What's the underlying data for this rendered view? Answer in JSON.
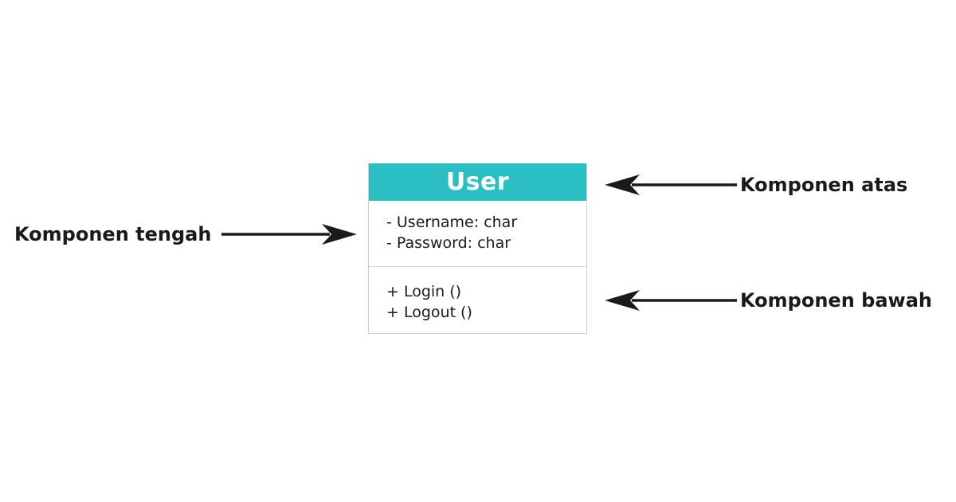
{
  "diagram": {
    "type": "uml-class-diagram",
    "background_color": "#ffffff",
    "class_box": {
      "name": "User",
      "header_color": "#2bbfc4",
      "header_text_color": "#ffffff",
      "border_color": "#cfcfcf",
      "attributes": [
        "- Username: char",
        "- Password: char"
      ],
      "operations": [
        "+ Login ()",
        "+ Logout ()"
      ]
    },
    "annotations": [
      {
        "id": "atas",
        "label": "Komponen atas",
        "arrow_direction": "left",
        "points_to": "header",
        "color": "#1a1a1a"
      },
      {
        "id": "tengah",
        "label": "Komponen tengah",
        "arrow_direction": "right",
        "points_to": "attributes",
        "color": "#1a1a1a"
      },
      {
        "id": "bawah",
        "label": "Komponen bawah",
        "arrow_direction": "left",
        "points_to": "operations",
        "color": "#1a1a1a"
      }
    ]
  }
}
